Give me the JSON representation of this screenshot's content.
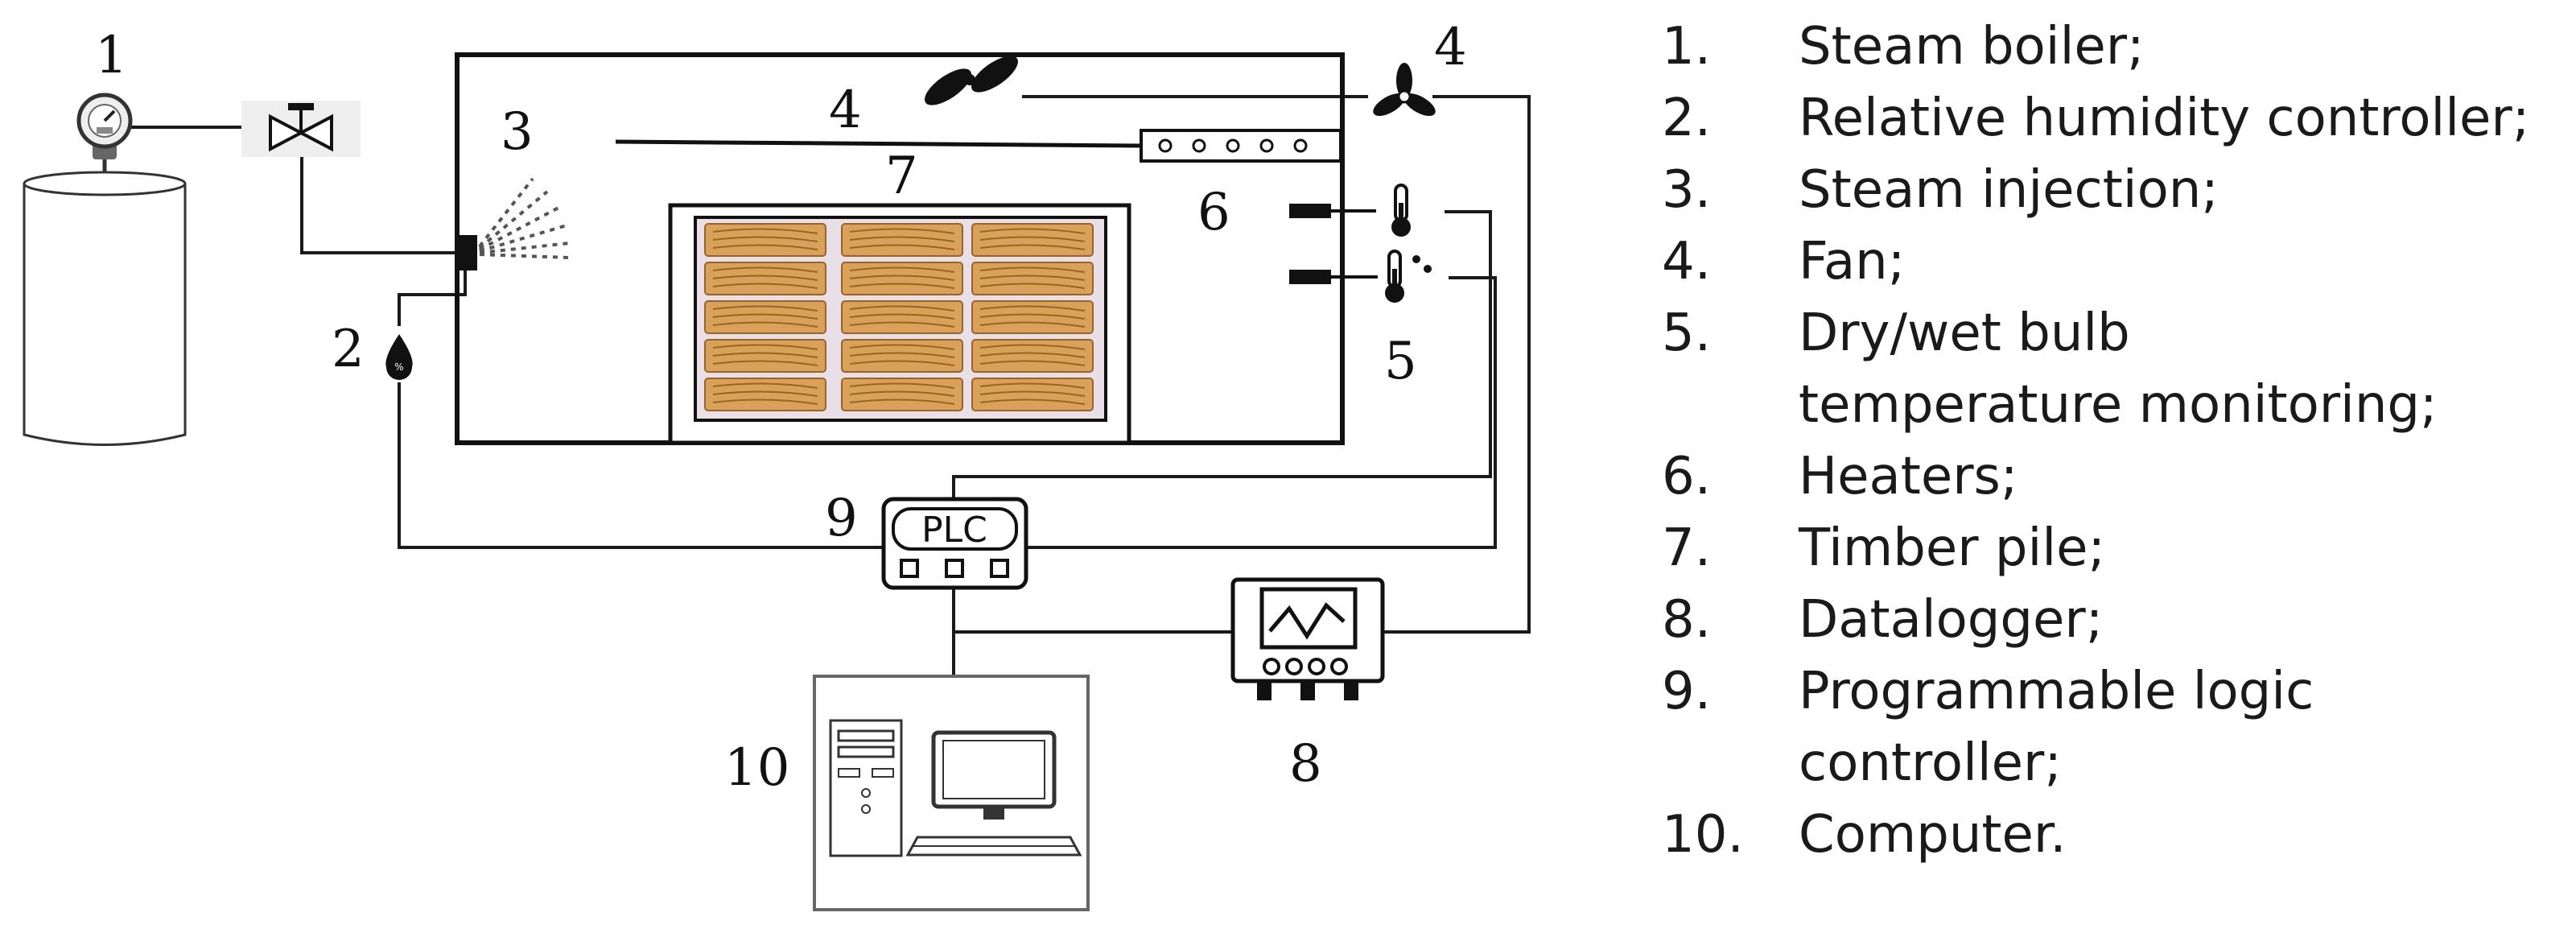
{
  "callouts": {
    "boiler": "1",
    "humidity_controller": "2",
    "steam_injection": "3",
    "fan_inside": "4",
    "fan_outside": "4",
    "sensors": "5",
    "heaters": "6",
    "timber": "7",
    "datalogger": "8",
    "plc": "9",
    "computer": "10"
  },
  "plc_label": "PLC",
  "legend": [
    {
      "num": "1.",
      "text": "Steam boiler;"
    },
    {
      "num": "2.",
      "text": "Relative humidity controller;"
    },
    {
      "num": "3.",
      "text": "Steam injection;"
    },
    {
      "num": "4.",
      "text": "Fan;"
    },
    {
      "num": "5.",
      "text": "Dry/wet bulb temperature monitoring;"
    },
    {
      "num": "6.",
      "text": "Heaters;"
    },
    {
      "num": "7.",
      "text": "Timber pile;"
    },
    {
      "num": "8.",
      "text": "Datalogger;"
    },
    {
      "num": "9.",
      "text": "Programmable logic controller;"
    },
    {
      "num": "10.",
      "text": "Computer."
    }
  ],
  "colors": {
    "line": "#1a1a1a",
    "wood": "#d8a25a",
    "wood_grain": "#9c6424",
    "wood_gap": "#e9dfe9"
  }
}
